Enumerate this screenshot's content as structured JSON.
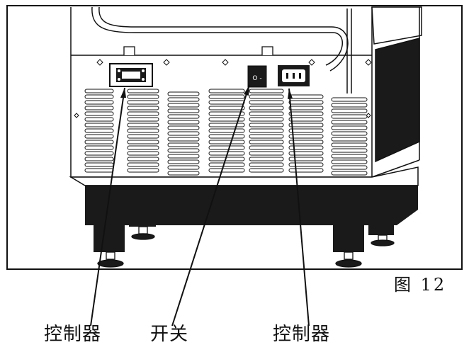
{
  "figure": {
    "caption": "图 12",
    "labels": {
      "left_controller": "控制器",
      "power_switch": "开关",
      "right_controller": "控制器"
    },
    "switch_marks": "O -",
    "colors": {
      "ink": "#111111",
      "background": "#ffffff",
      "dark_panel": "#1a1a1a"
    }
  }
}
